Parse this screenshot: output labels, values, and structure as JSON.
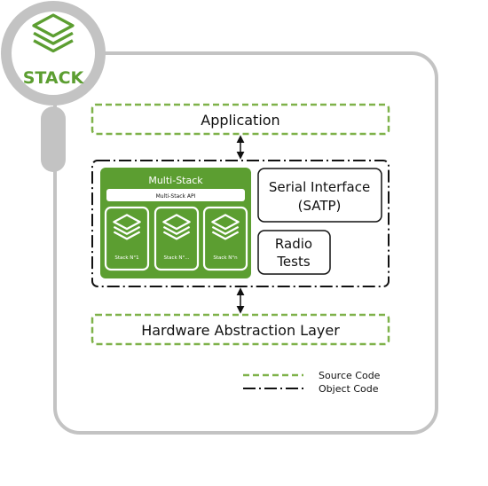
{
  "colors": {
    "green": "#5c9e31",
    "green_light": "#7fb24a",
    "frame_gray": "#c3c3c3",
    "black": "#111111",
    "white": "#ffffff"
  },
  "logo": {
    "label": "STACK",
    "icon": "layers-icon"
  },
  "diagram": {
    "application": "Application",
    "multi_stack": {
      "title": "Multi-Stack",
      "api": "Multi-Stack API",
      "stacks": [
        "Stack N°1",
        "Stack N°...",
        "Stack N°n"
      ]
    },
    "serial_interface": [
      "Serial Interface",
      "(SATP)"
    ],
    "radio_tests": [
      "Radio",
      "Tests"
    ],
    "hal": "Hardware Abstraction Layer"
  },
  "legend": {
    "source_code": "Source Code",
    "object_code": "Object Code"
  }
}
